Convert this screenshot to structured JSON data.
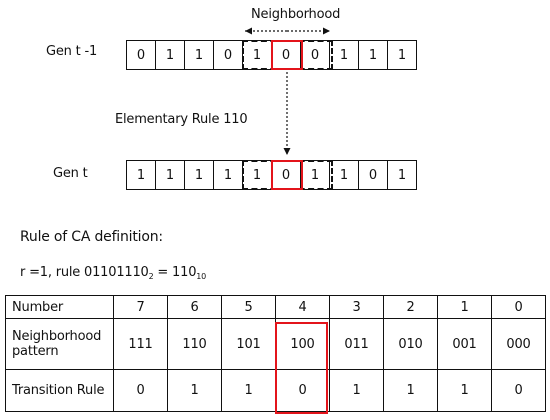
{
  "neighborhood_label": "Neighborhood",
  "gen_prev_label": "Gen t -1",
  "gen_curr_label": "Gen t",
  "rule_label": "Elementary Rule 110",
  "gen_prev_cells": [
    "0",
    "1",
    "1",
    "0",
    "1",
    "0",
    "0",
    "1",
    "1",
    "1"
  ],
  "gen_curr_cells": [
    "1",
    "1",
    "1",
    "1",
    "1",
    "0",
    "1",
    "1",
    "0",
    "1"
  ],
  "definition_title": "Rule of CA definition:",
  "formula": {
    "prefix": "r =1, rule 01101110",
    "base1": "2",
    "equals": " = 110",
    "base2": "10"
  },
  "table": {
    "row_headers": [
      "Number",
      "Neighborhood pattern",
      "Transition Rule"
    ],
    "numbers": [
      "7",
      "6",
      "5",
      "4",
      "3",
      "2",
      "1",
      "0"
    ],
    "patterns": [
      "111",
      "110",
      "101",
      "100",
      "011",
      "010",
      "001",
      "000"
    ],
    "rules": [
      "0",
      "1",
      "1",
      "0",
      "1",
      "1",
      "1",
      "0"
    ]
  },
  "colors": {
    "highlight": "#e3141b",
    "line": "#111111"
  }
}
